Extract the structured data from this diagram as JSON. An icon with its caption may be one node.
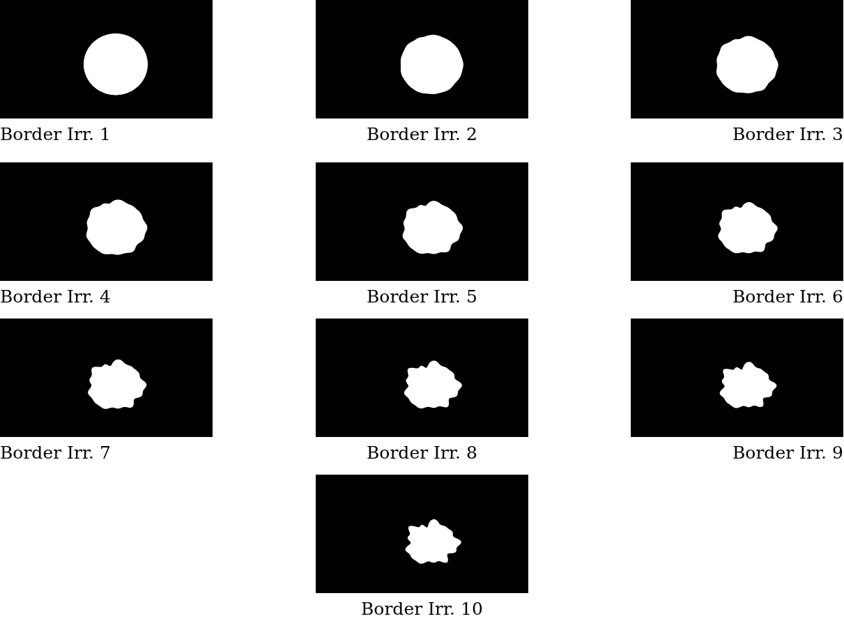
{
  "diagram": {
    "labels": [
      "Border Irr. 1",
      "Border Irr. 2",
      "Border Irr. 3",
      "Border Irr. 4",
      "Border Irr. 5",
      "Border Irr. 6",
      "Border Irr. 7",
      "Border Irr. 8",
      "Border Irr. 9",
      "Border Irr. 10"
    ]
  }
}
